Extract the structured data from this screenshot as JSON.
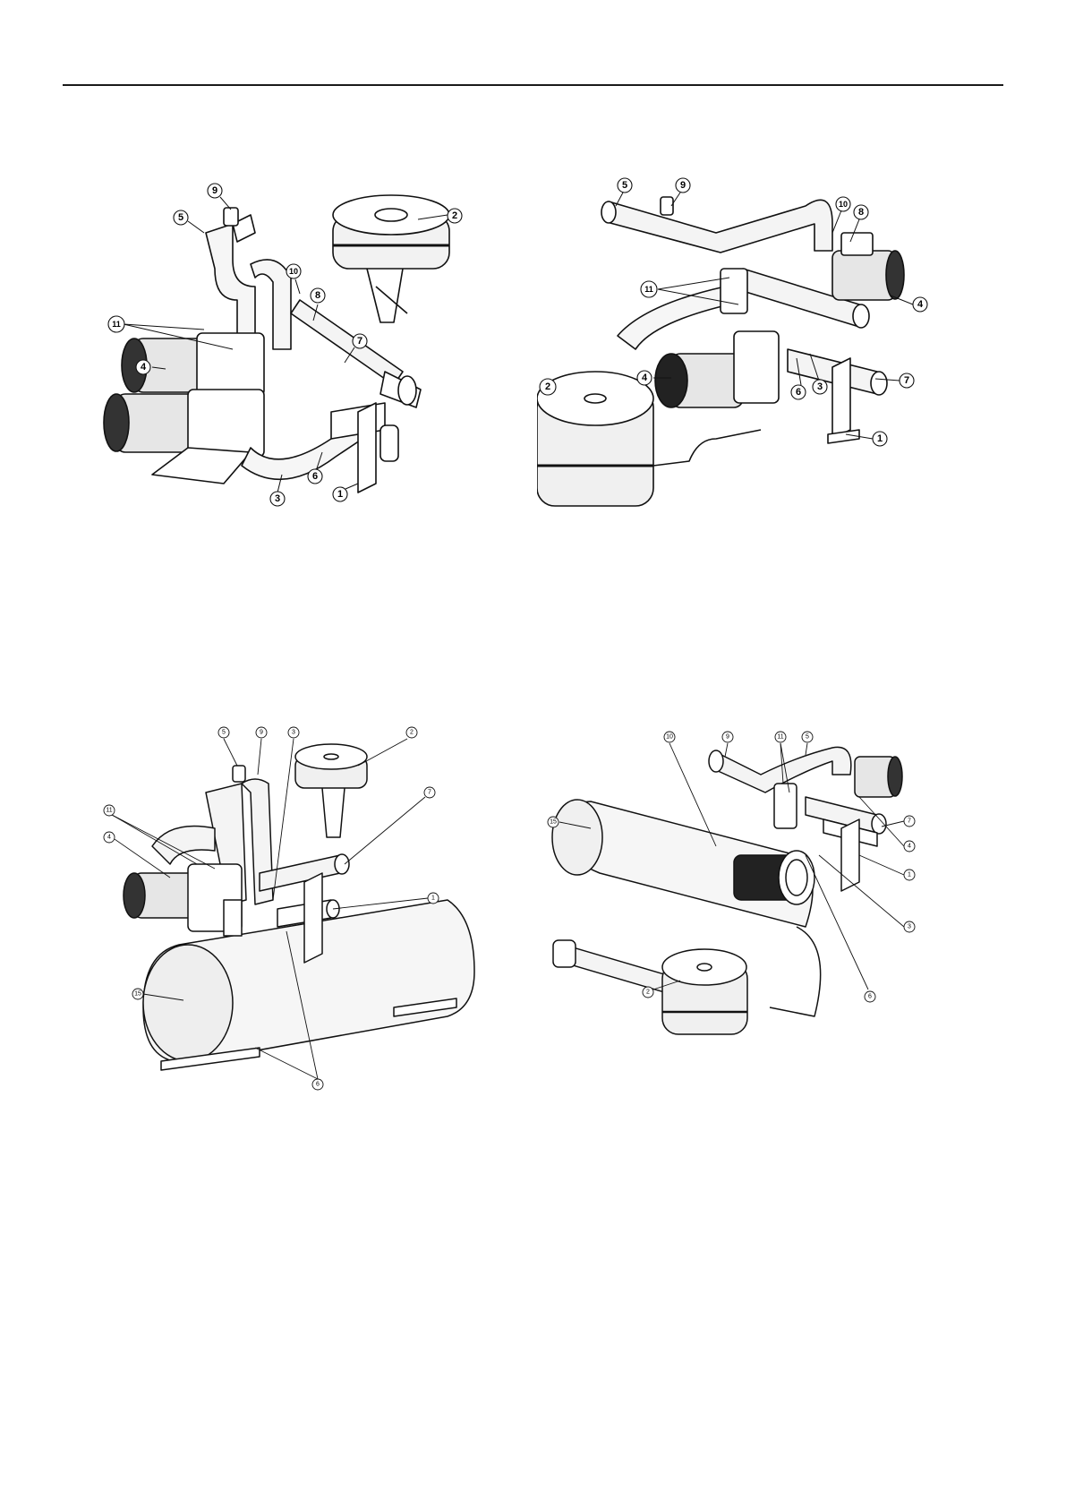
{
  "figures": [
    {
      "id": "fig1",
      "callouts": {
        "c1": "1",
        "c2": "2",
        "c3": "3",
        "c4": "4",
        "c5": "5",
        "c6": "6",
        "c7": "7",
        "c8": "8",
        "c9": "9",
        "c10": "10",
        "c11": "11"
      }
    },
    {
      "id": "fig2",
      "callouts": {
        "c1": "1",
        "c2": "2",
        "c3": "3",
        "c4a": "4",
        "c4b": "4",
        "c5": "5",
        "c6": "6",
        "c7": "7",
        "c8": "8",
        "c9": "9",
        "c10": "10",
        "c11": "11"
      }
    },
    {
      "id": "fig3",
      "callouts": {
        "c1": "1",
        "c2": "2",
        "c3": "3",
        "c4": "4",
        "c5": "5",
        "c6": "6",
        "c7": "7",
        "c9": "9",
        "c11": "11",
        "c15": "15"
      }
    },
    {
      "id": "fig4",
      "callouts": {
        "c1": "1",
        "c2": "2",
        "c3": "3",
        "c4": "4",
        "c5": "5",
        "c6": "6",
        "c7": "7",
        "c9": "9",
        "c10": "10",
        "c11": "11",
        "c15": "15"
      }
    }
  ]
}
